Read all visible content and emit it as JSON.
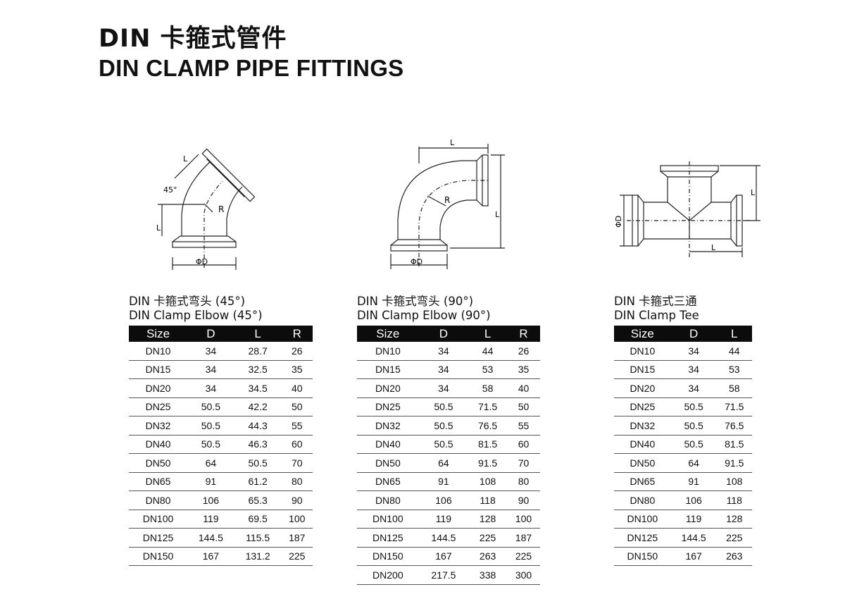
{
  "header": {
    "title_cn": "DIN 卡箍式管件",
    "title_en": "DIN CLAMP PIPE FITTINGS"
  },
  "drawing_labels": {
    "angle_45": "45°",
    "L": "L",
    "R": "R",
    "D": "ΦD"
  },
  "tables": [
    {
      "caption_cn": "DIN 卡箍式弯头 (45°)",
      "caption_en": "DIN Clamp Elbow (45°)",
      "headers": [
        "Size",
        "D",
        "L",
        "R"
      ],
      "rows": [
        [
          "DN10",
          "34",
          "28.7",
          "26"
        ],
        [
          "DN15",
          "34",
          "32.5",
          "35"
        ],
        [
          "DN20",
          "34",
          "34.5",
          "40"
        ],
        [
          "DN25",
          "50.5",
          "42.2",
          "50"
        ],
        [
          "DN32",
          "50.5",
          "44.3",
          "55"
        ],
        [
          "DN40",
          "50.5",
          "46.3",
          "60"
        ],
        [
          "DN50",
          "64",
          "50.5",
          "70"
        ],
        [
          "DN65",
          "91",
          "61.2",
          "80"
        ],
        [
          "DN80",
          "106",
          "65.3",
          "90"
        ],
        [
          "DN100",
          "119",
          "69.5",
          "100"
        ],
        [
          "DN125",
          "144.5",
          "115.5",
          "187"
        ],
        [
          "DN150",
          "167",
          "131.2",
          "225"
        ]
      ]
    },
    {
      "caption_cn": "DIN 卡箍式弯头 (90°)",
      "caption_en": "DIN Clamp Elbow (90°)",
      "headers": [
        "Size",
        "D",
        "L",
        "R"
      ],
      "rows": [
        [
          "DN10",
          "34",
          "44",
          "26"
        ],
        [
          "DN15",
          "34",
          "53",
          "35"
        ],
        [
          "DN20",
          "34",
          "58",
          "40"
        ],
        [
          "DN25",
          "50.5",
          "71.5",
          "50"
        ],
        [
          "DN32",
          "50.5",
          "76.5",
          "55"
        ],
        [
          "DN40",
          "50.5",
          "81.5",
          "60"
        ],
        [
          "DN50",
          "64",
          "91.5",
          "70"
        ],
        [
          "DN65",
          "91",
          "108",
          "80"
        ],
        [
          "DN80",
          "106",
          "118",
          "90"
        ],
        [
          "DN100",
          "119",
          "128",
          "100"
        ],
        [
          "DN125",
          "144.5",
          "225",
          "187"
        ],
        [
          "DN150",
          "167",
          "263",
          "225"
        ],
        [
          "DN200",
          "217.5",
          "338",
          "300"
        ]
      ]
    },
    {
      "caption_cn": "DIN 卡箍式三通",
      "caption_en": "DIN Clamp Tee",
      "headers": [
        "Size",
        "D",
        "L"
      ],
      "rows": [
        [
          "DN10",
          "34",
          "44"
        ],
        [
          "DN15",
          "34",
          "53"
        ],
        [
          "DN20",
          "34",
          "58"
        ],
        [
          "DN25",
          "50.5",
          "71.5"
        ],
        [
          "DN32",
          "50.5",
          "76.5"
        ],
        [
          "DN40",
          "50.5",
          "81.5"
        ],
        [
          "DN50",
          "64",
          "91.5"
        ],
        [
          "DN65",
          "91",
          "108"
        ],
        [
          "DN80",
          "106",
          "118"
        ],
        [
          "DN100",
          "119",
          "128"
        ],
        [
          "DN125",
          "144.5",
          "225"
        ],
        [
          "DN150",
          "167",
          "263"
        ]
      ]
    }
  ]
}
